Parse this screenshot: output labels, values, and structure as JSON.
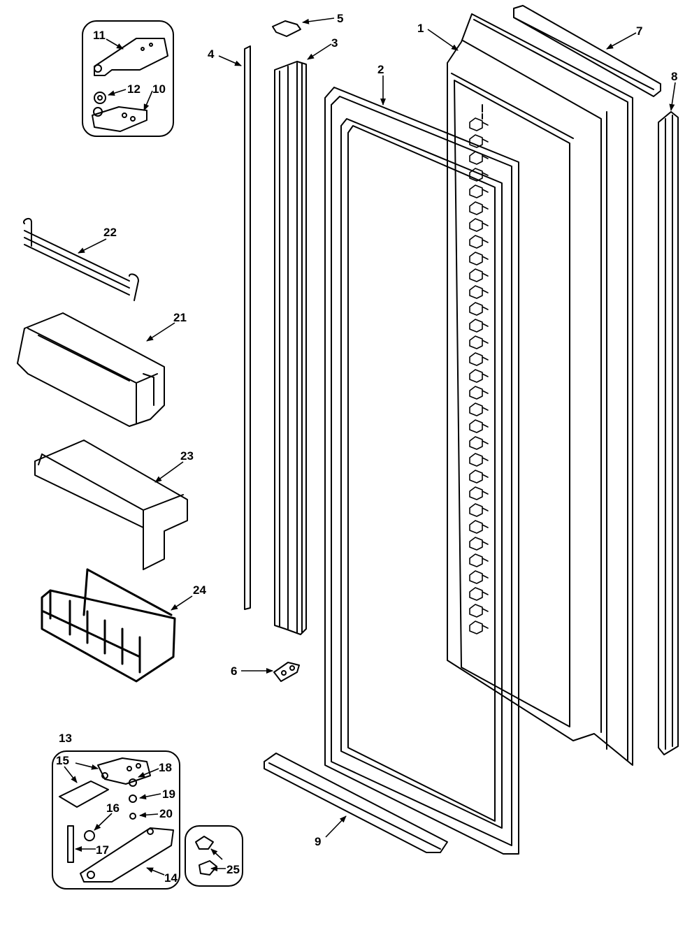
{
  "parts": [
    {
      "id": "part-1",
      "label": "1"
    },
    {
      "id": "part-2",
      "label": "2"
    },
    {
      "id": "part-3",
      "label": "3"
    },
    {
      "id": "part-4",
      "label": "4"
    },
    {
      "id": "part-5",
      "label": "5"
    },
    {
      "id": "part-6",
      "label": "6"
    },
    {
      "id": "part-7",
      "label": "7"
    },
    {
      "id": "part-8",
      "label": "8"
    },
    {
      "id": "part-9",
      "label": "9"
    },
    {
      "id": "part-10",
      "label": "10"
    },
    {
      "id": "part-11",
      "label": "11"
    },
    {
      "id": "part-12",
      "label": "12"
    },
    {
      "id": "part-13",
      "label": "13"
    },
    {
      "id": "part-14",
      "label": "14"
    },
    {
      "id": "part-15",
      "label": "15"
    },
    {
      "id": "part-16",
      "label": "16"
    },
    {
      "id": "part-17",
      "label": "17"
    },
    {
      "id": "part-18",
      "label": "18"
    },
    {
      "id": "part-19",
      "label": "19"
    },
    {
      "id": "part-20",
      "label": "20"
    },
    {
      "id": "part-21",
      "label": "21"
    },
    {
      "id": "part-22",
      "label": "22"
    },
    {
      "id": "part-23",
      "label": "23"
    },
    {
      "id": "part-24",
      "label": "24"
    },
    {
      "id": "part-25",
      "label": "25"
    }
  ]
}
